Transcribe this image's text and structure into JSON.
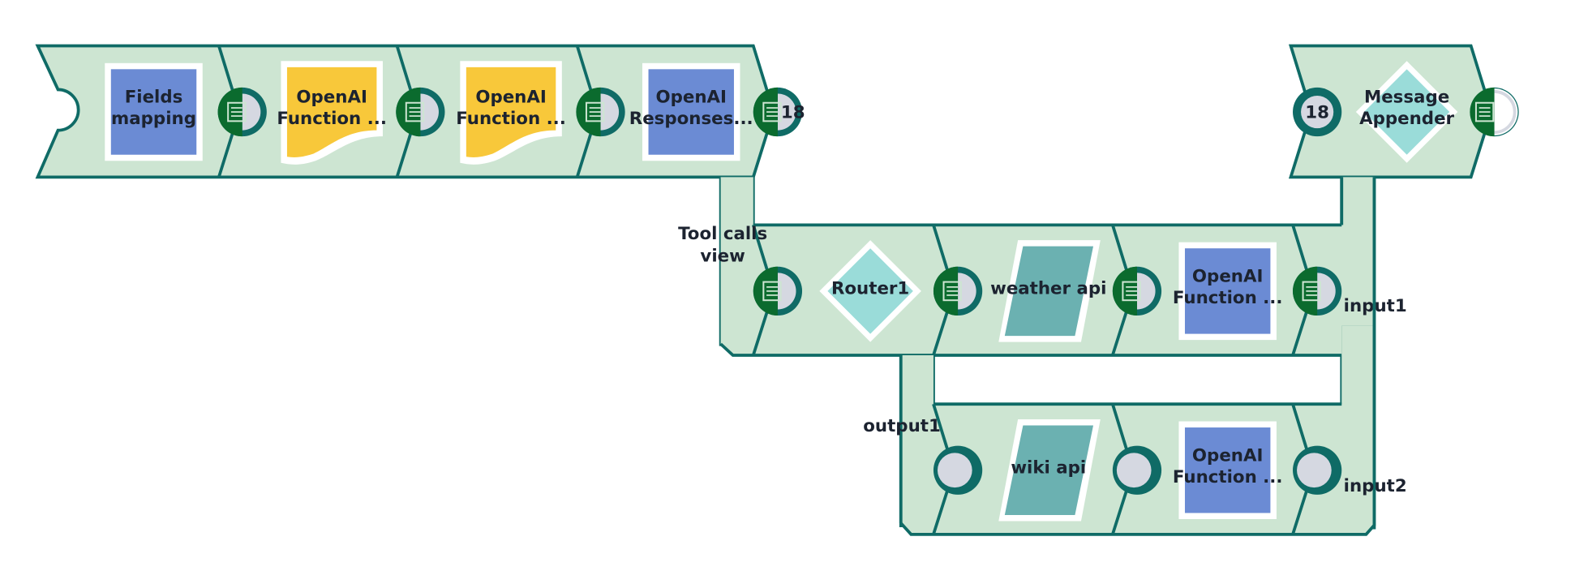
{
  "colors": {
    "pipeline_fill": "#cde5d2",
    "pipeline_stroke": "#0f6b66",
    "port_dark": "#0b6b2e",
    "port_light": "#d5d8e1",
    "mapper_blue": "#6b8bd4",
    "llm_yellow": "#f8c83a",
    "router_teal": "#9adcd9",
    "api_teal": "#6bb1b1",
    "icon_frame": "#ffffff"
  },
  "top_pipeline": {
    "snaps": [
      {
        "label_line1": "Fields",
        "label_line2": "mapping",
        "icon": "mapper-square-icon"
      },
      {
        "label_line1": "OpenAI",
        "label_line2": "Function ...",
        "icon": "document-wave-icon"
      },
      {
        "label_line1": "OpenAI",
        "label_line2": "Function ...",
        "icon": "document-wave-icon"
      },
      {
        "label_line1": "OpenAI",
        "label_line2": "Responses...",
        "icon": "mapper-square-icon"
      }
    ],
    "output_count": "18"
  },
  "appender": {
    "label_line1": "Message",
    "label_line2": "Appender",
    "input_count": "18",
    "icon": "diamond-icon"
  },
  "tool_calls": {
    "label_line1": "Tool calls",
    "label_line2": "view",
    "snaps": [
      {
        "label": "Router1",
        "icon": "diamond-icon"
      },
      {
        "label": "weather api",
        "icon": "parallelogram-icon"
      },
      {
        "label_line1": "OpenAI",
        "label_line2": "Function ...",
        "icon": "mapper-square-icon"
      }
    ],
    "output_label": "input1"
  },
  "wiki_branch": {
    "input_label": "output1",
    "snaps": [
      {
        "label": "wiki api",
        "icon": "parallelogram-icon"
      },
      {
        "label_line1": "OpenAI",
        "label_line2": "Function ...",
        "icon": "mapper-square-icon"
      }
    ],
    "output_label": "input2"
  }
}
